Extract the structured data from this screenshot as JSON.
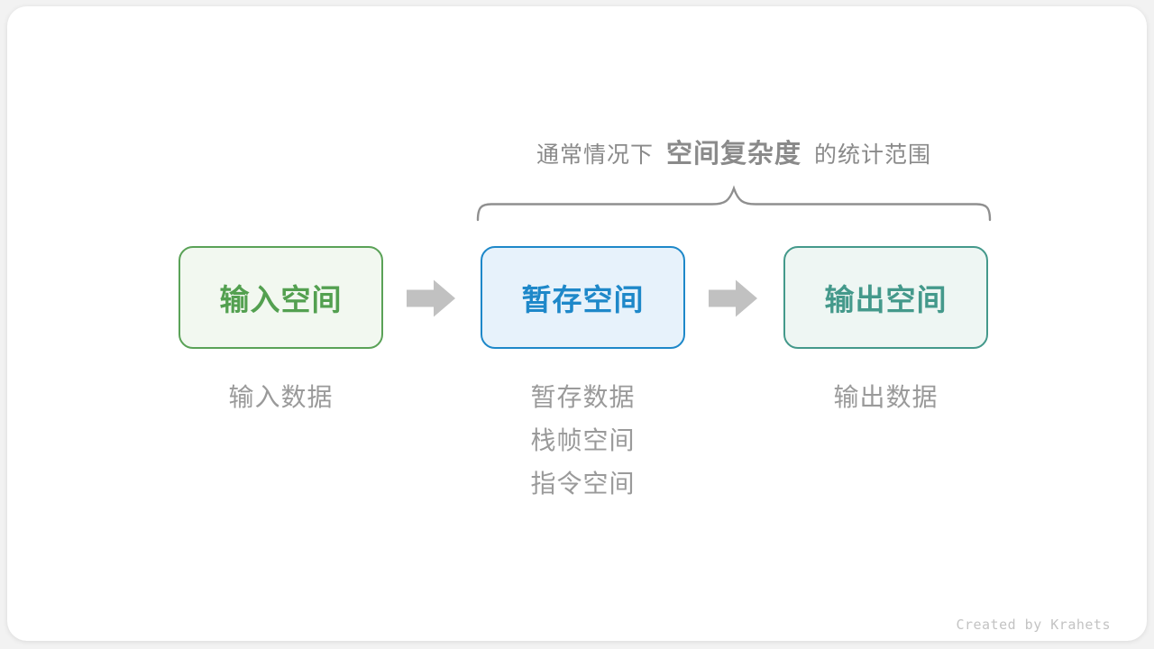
{
  "caption": {
    "prefix": "通常情况下",
    "highlight": "空间复杂度",
    "suffix": "的统计范围"
  },
  "boxes": [
    {
      "label": "输入空间",
      "border_color": "#5AA257",
      "fill_color": "#F2F8F0",
      "text_color": "#53A050"
    },
    {
      "label": "暂存空间",
      "border_color": "#1E88C9",
      "fill_color": "#E7F2FB",
      "text_color": "#1E88C9"
    },
    {
      "label": "输出空间",
      "border_color": "#44998B",
      "fill_color": "#EEF6F3",
      "text_color": "#44998B"
    }
  ],
  "annotations": [
    {
      "lines": [
        "输入数据"
      ]
    },
    {
      "lines": [
        "暂存数据",
        "栈帧空间",
        "指令空间"
      ]
    },
    {
      "lines": [
        "输出数据"
      ]
    }
  ],
  "credit": "Created by Krahets",
  "palette": {
    "page_bg": "#F2F2F2",
    "card_bg": "#FFFFFF",
    "caption_text": "#8A8A8A",
    "brace_stroke": "#8F8F8F",
    "arrow_fill": "#C1C1C1",
    "annotation_text": "#9A9A9A",
    "credit_text": "#C3C3C3"
  }
}
